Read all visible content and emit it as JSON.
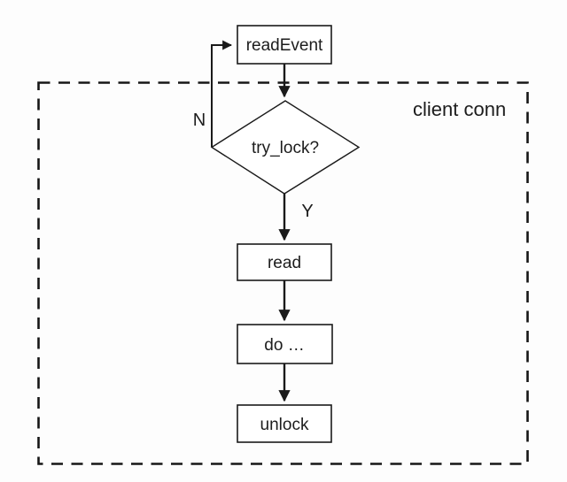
{
  "diagram": {
    "type": "flowchart",
    "region": {
      "label": "client conn"
    },
    "nodes": {
      "read_event": {
        "label": "readEvent",
        "shape": "rect"
      },
      "try_lock": {
        "label": "try_lock?",
        "shape": "diamond"
      },
      "read": {
        "label": "read",
        "shape": "rect"
      },
      "do_work": {
        "label": "do …",
        "shape": "rect"
      },
      "unlock": {
        "label": "unlock",
        "shape": "rect"
      }
    },
    "edges": [
      {
        "from": "read_event",
        "to": "try_lock",
        "label": ""
      },
      {
        "from": "try_lock",
        "to": "read",
        "label": "Y"
      },
      {
        "from": "try_lock",
        "to": "read_event",
        "label": "N"
      },
      {
        "from": "read",
        "to": "do_work",
        "label": ""
      },
      {
        "from": "do_work",
        "to": "unlock",
        "label": ""
      }
    ],
    "edge_labels": {
      "no": "N",
      "yes": "Y"
    },
    "colors": {
      "line": "#1a1a1a",
      "background": "#fdfdfd",
      "region_label": "#c9423c"
    }
  }
}
